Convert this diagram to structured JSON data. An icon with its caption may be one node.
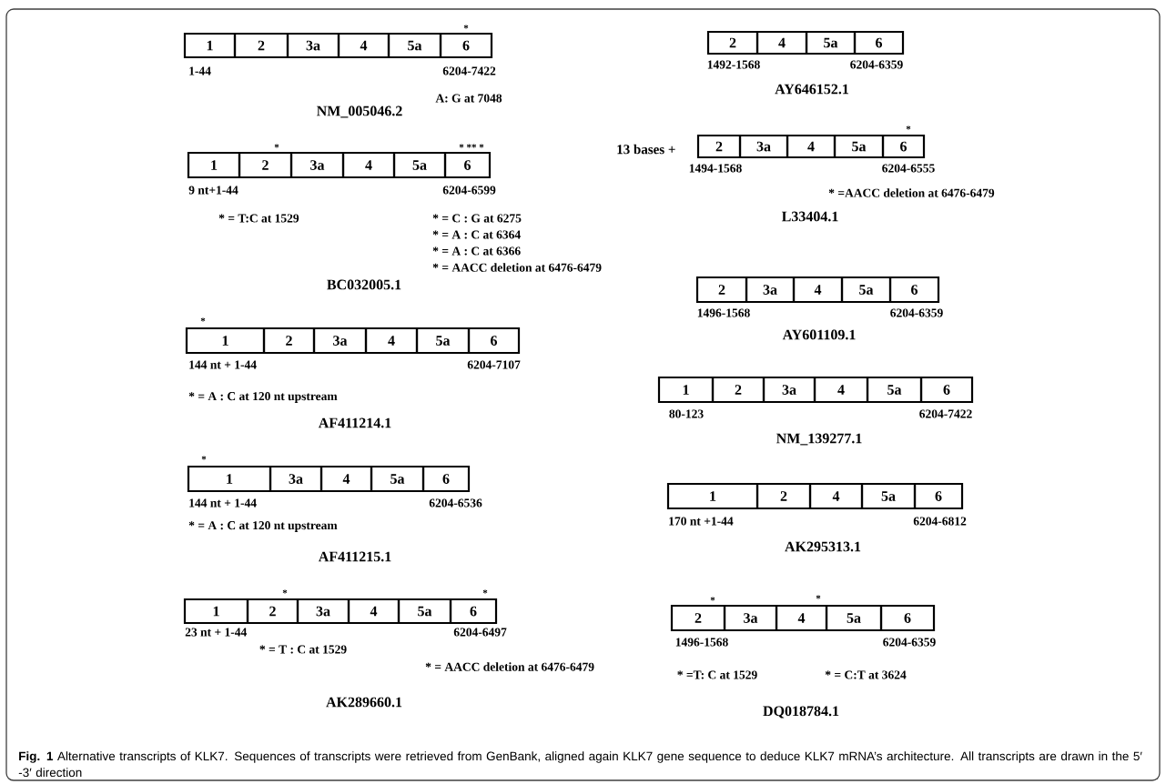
{
  "diagram": {
    "caption": "**Fig. 1** Alternative transcripts of KLK7. Sequences of transcripts were retrieved from GenBank, aligned again KLK7 gene sequence to deduce KLK7 mRNA’s architecture. All transcripts are drawn in the 5′ -3′ direction",
    "nodes": [
      {
        "text": [
          "1"
        ]
      },
      {
        "text": [
          "2"
        ]
      },
      {
        "text": [
          "3a"
        ]
      },
      {
        "text": [
          "4"
        ]
      },
      {
        "text": [
          "5a"
        ]
      },
      {
        "text": [
          "6"
        ]
      },
      {
        "text": [
          "1"
        ]
      },
      {
        "text": [
          "2"
        ]
      },
      {
        "text": [
          "3a"
        ]
      },
      {
        "text": [
          "4"
        ]
      },
      {
        "text": [
          "5a"
        ]
      },
      {
        "text": [
          "6"
        ]
      },
      {
        "text": [
          "1"
        ]
      },
      {
        "text": [
          "2"
        ]
      },
      {
        "text": [
          "3a"
        ]
      },
      {
        "text": [
          "4"
        ]
      },
      {
        "text": [
          "5a"
        ]
      },
      {
        "text": [
          "6"
        ]
      },
      {
        "text": [
          "1"
        ]
      },
      {
        "text": [
          "3a"
        ]
      },
      {
        "text": [
          "4"
        ]
      },
      {
        "text": [
          "5a"
        ]
      },
      {
        "text": [
          "6"
        ]
      },
      {
        "text": [
          "1"
        ]
      },
      {
        "text": [
          "2"
        ]
      },
      {
        "text": [
          "3a"
        ]
      },
      {
        "text": [
          "4"
        ]
      },
      {
        "text": [
          "5a"
        ]
      },
      {
        "text": [
          "6"
        ]
      },
      {
        "text": [
          "2"
        ]
      },
      {
        "text": [
          "4"
        ]
      },
      {
        "text": [
          "5a"
        ]
      },
      {
        "text": [
          "6"
        ]
      },
      {
        "text": [
          "2"
        ]
      },
      {
        "text": [
          "3a"
        ]
      },
      {
        "text": [
          "4"
        ]
      },
      {
        "text": [
          "5a"
        ]
      },
      {
        "text": [
          "6"
        ]
      },
      {
        "text": [
          "2"
        ]
      },
      {
        "text": [
          "3a"
        ]
      },
      {
        "text": [
          "4"
        ]
      },
      {
        "text": [
          "5a"
        ]
      },
      {
        "text": [
          "6"
        ]
      },
      {
        "text": [
          "1"
        ]
      },
      {
        "text": [
          "2"
        ]
      },
      {
        "text": [
          "3a"
        ]
      },
      {
        "text": [
          "4"
        ]
      },
      {
        "text": [
          "5a"
        ]
      },
      {
        "text": [
          "6"
        ]
      },
      {
        "text": [
          "1"
        ]
      },
      {
        "text": [
          "2"
        ]
      },
      {
        "text": [
          "4"
        ]
      },
      {
        "text": [
          "5a"
        ]
      },
      {
        "text": [
          "6"
        ]
      },
      {
        "text": [
          "2"
        ]
      },
      {
        "text": [
          "3a"
        ]
      },
      {
        "text": [
          "4"
        ]
      },
      {
        "text": [
          "5a"
        ]
      },
      {
        "text": [
          "6"
        ]
      }
    ],
    "labels": [
      "*",
      "1-44",
      "6204-7422",
      "A: G at 7048",
      "NM_005046.2",
      "*",
      "* ** *",
      "9 nt+1-44",
      "6204-6599",
      "* = T:C at 1529",
      "* = C : G at 6275",
      "* = A : C at 6364",
      "* = A : C at 6366",
      "* = AACC deletion at 6476-6479",
      "BC032005.1",
      "*",
      "144 nt + 1-44",
      "6204-7107",
      "* = A : C at 120 nt upstream",
      "AF411214.1",
      "*",
      "144 nt + 1-44",
      "6204-6536",
      "* = A : C at 120 nt upstream",
      "AF411215.1",
      "*",
      "*",
      "23 nt + 1-44",
      "6204-6497",
      "* = T : C at 1529",
      "* = AACC deletion at 6476-6479",
      "AK289660.1",
      "1492-1568",
      "6204-6359",
      "AY646152.1",
      "13 bases +",
      "*",
      "1494-1568",
      "6204-6555",
      "* =AACC deletion at 6476-6479",
      "L33404.1",
      "1496-1568",
      "6204-6359",
      "AY601109.1",
      "80-123",
      "6204-7422",
      "NM_139277.1",
      "170 nt +1-44",
      "6204-6812",
      "AK295313.1",
      "*",
      "*",
      "1496-1568",
      "6204-6359",
      "* =T: C at 1529",
      "* = C:T at 3624",
      "DQ018784.1"
    ]
  }
}
